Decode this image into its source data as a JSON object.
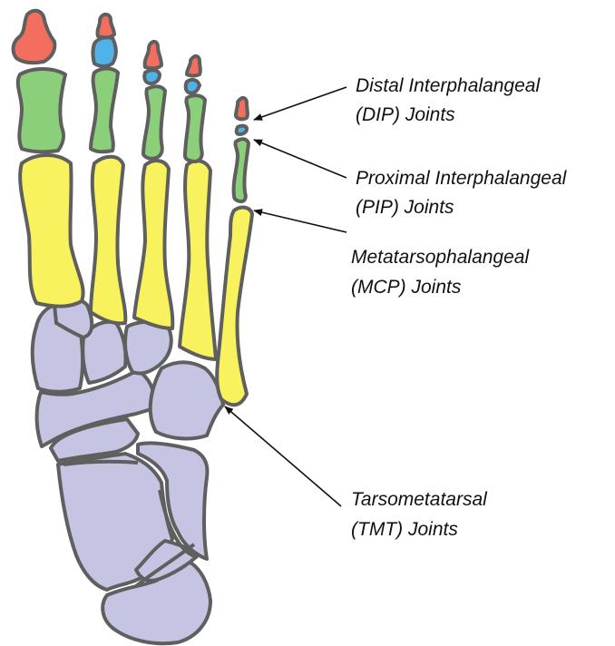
{
  "colors": {
    "distal_phalanx": "#f26f5f",
    "middle_phalanx": "#4fb3e8",
    "proximal_phalanx": "#8ccf7a",
    "metatarsal": "#f7f25e",
    "tarsal": "#c5c5e3",
    "outline": "#5f5f5f"
  },
  "labels": [
    {
      "line1": "Distal Interphalangeal",
      "line2": "(DIP) Joints"
    },
    {
      "line1": "Proximal Interphalangeal",
      "line2": "(PIP) Joints"
    },
    {
      "line1": "Metatarsophalangeal",
      "line2": "(MCP) Joints"
    },
    {
      "line1": "Tarsometatarsal",
      "line2": "(TMT) Joints"
    }
  ]
}
